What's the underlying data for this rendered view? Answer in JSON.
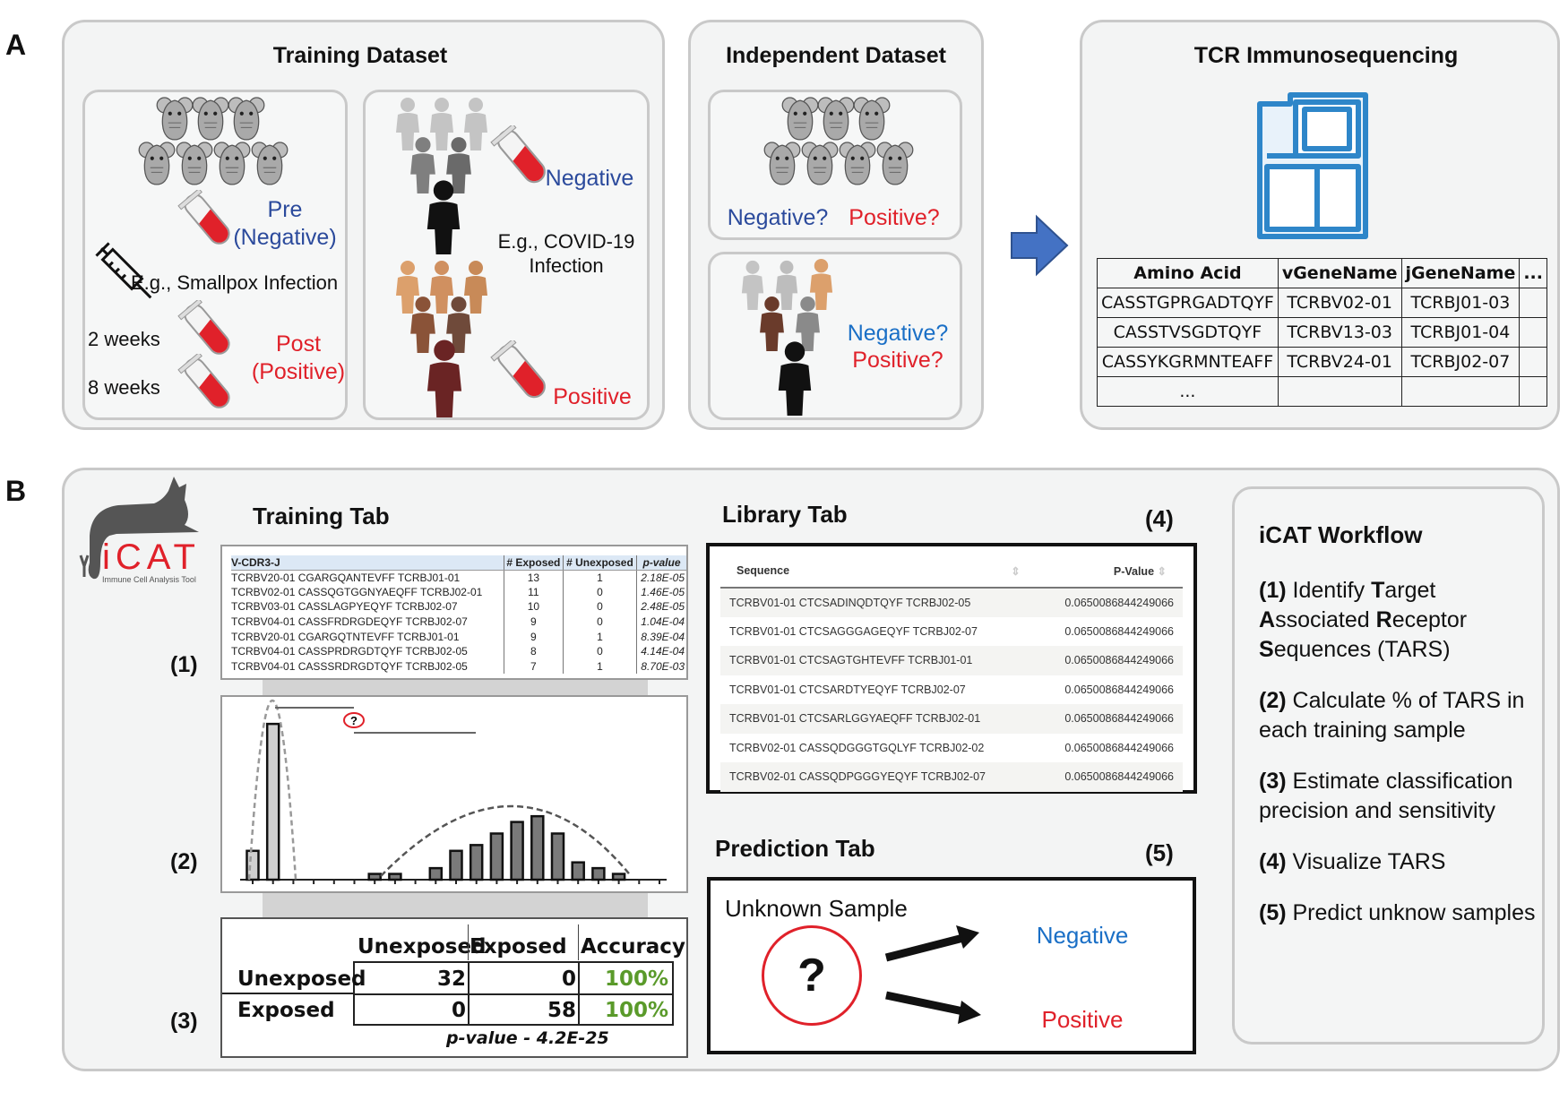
{
  "panel_labels": {
    "a": "A",
    "b": "B"
  },
  "training_dataset": {
    "title": "Training Dataset",
    "pre": "Pre",
    "pre_sub": "(Negative)",
    "infection": "E.g., Smallpox Infection",
    "week2": "2 weeks",
    "week8": "8 weeks",
    "post": "Post",
    "post_sub": "(Positive)",
    "negative": "Negative",
    "covid_line1": "E.g., COVID-19",
    "covid_line2": "Infection",
    "positive": "Positive"
  },
  "independent_dataset": {
    "title": "Independent Dataset",
    "mice_negative": "Negative?",
    "mice_positive": "Positive?",
    "human_negative": "Negative?",
    "human_positive": "Positive?"
  },
  "tcr": {
    "title": "TCR Immunosequencing",
    "headers": [
      "Amino Acid",
      "vGeneName",
      "jGeneName",
      "..."
    ],
    "rows": [
      [
        "CASSTGPRGADTQYF",
        "TCRBV02-01",
        "TCRBJ01-03",
        ""
      ],
      [
        "CASSTVSGDTQYF",
        "TCRBV13-03",
        "TCRBJ01-04",
        ""
      ],
      [
        "CASSYKGRMNTEAFF",
        "TCRBV24-01",
        "TCRBJ02-07",
        ""
      ],
      [
        "...",
        "",
        "",
        ""
      ]
    ]
  },
  "logo": {
    "name": "iCAT",
    "tagline": "Immune Cell Analysis Tool"
  },
  "training_tab": {
    "title": "Training Tab",
    "step1": "(1)",
    "step2": "(2)",
    "step3": "(3)",
    "table_headers": [
      "V-CDR3-J",
      "# Exposed",
      "# Unexposed",
      "p-value"
    ],
    "table_rows": [
      [
        "TCRBV20-01 CGARGQANTEVFF TCRBJ01-01",
        "13",
        "1",
        "2.18E-05"
      ],
      [
        "TCRBV02-01 CASSQGTGGNYAEQFF TCRBJ02-01",
        "11",
        "0",
        "1.46E-05"
      ],
      [
        "TCRBV03-01 CASSLAGPYEQYF  TCRBJ02-07",
        "10",
        "0",
        "2.48E-05"
      ],
      [
        "TCRBV04-01 CASSFRDRGDEQYF TCRBJ02-07",
        "9",
        "0",
        "1.04E-04"
      ],
      [
        "TCRBV20-01 CGARGQTNTEVFF TCRBJ01-01",
        "9",
        "1",
        "8.39E-04"
      ],
      [
        "TCRBV04-01 CASSPRDRGDTQYF TCRBJ02-05",
        "8",
        "0",
        "4.14E-04"
      ],
      [
        "TCRBV04-01 CASSSRDRGDTQYF TCRBJ02-05",
        "7",
        "1",
        "8.70E-03"
      ]
    ],
    "threshold_marker": "?",
    "confusion": {
      "col_headers": [
        "Unexposed",
        "Exposed",
        "Accuracy"
      ],
      "rows": [
        {
          "label": "Unexposed",
          "values": [
            "32",
            "0"
          ],
          "accuracy": "100%"
        },
        {
          "label": "Exposed",
          "values": [
            "0",
            "58"
          ],
          "accuracy": "100%"
        }
      ],
      "pvalue": "p-value - 4.2E-25"
    }
  },
  "chart_data": {
    "type": "bar",
    "title": "",
    "xlabel": "",
    "ylabel": "",
    "bins": 21,
    "series": [
      {
        "name": "Unexposed",
        "color": "#d0d0d0",
        "bins": [
          0,
          1
        ],
        "values": [
          5,
          27
        ]
      },
      {
        "name": "Exposed",
        "color": "#7a7a7a",
        "bins": [
          6,
          7,
          9,
          10,
          11,
          12,
          13,
          14,
          15,
          16,
          17,
          18
        ],
        "values": [
          1,
          1,
          2,
          5,
          6,
          8,
          10,
          11,
          8,
          3,
          2,
          1
        ]
      }
    ],
    "ylim": [
      0,
      29
    ]
  },
  "library_tab": {
    "title": "Library Tab",
    "step": "(4)",
    "headers": [
      "Sequence",
      "P-Value"
    ],
    "rows": [
      [
        "TCRBV01-01 CTCSADINQDTQYF TCRBJ02-05",
        "0.0650086844249066"
      ],
      [
        "TCRBV01-01 CTCSAGGGAGEQYF TCRBJ02-07",
        "0.0650086844249066"
      ],
      [
        "TCRBV01-01 CTCSAGTGHTEVFF TCRBJ01-01",
        "0.0650086844249066"
      ],
      [
        "TCRBV01-01 CTCSARDTYEQYF TCRBJ02-07",
        "0.0650086844249066"
      ],
      [
        "TCRBV01-01 CTCSARLGGYAEQFF TCRBJ02-01",
        "0.0650086844249066"
      ],
      [
        "TCRBV02-01 CASSQDGGGTGQLYF TCRBJ02-02",
        "0.0650086844249066"
      ],
      [
        "TCRBV02-01 CASSQDPGGGYEQYF TCRBJ02-07",
        "0.0650086844249066"
      ]
    ]
  },
  "prediction_tab": {
    "title": "Prediction Tab",
    "step": "(5)",
    "unknown": "Unknown Sample",
    "mark": "?",
    "negative": "Negative",
    "positive": "Positive"
  },
  "workflow": {
    "title": "iCAT Workflow",
    "items": [
      [
        {
          "t": "(1)",
          "b": true
        },
        {
          "t": " Identify "
        },
        {
          "t": "T",
          "b": true
        },
        {
          "t": "arget "
        },
        {
          "t": "A",
          "b": true
        },
        {
          "t": "ssociated "
        },
        {
          "t": "R",
          "b": true
        },
        {
          "t": "eceptor "
        },
        {
          "t": "S",
          "b": true
        },
        {
          "t": "equences (TARS)"
        }
      ],
      [
        {
          "t": "(2)",
          "b": true
        },
        {
          "t": " Calculate % of TARS in each training sample"
        }
      ],
      [
        {
          "t": "(3)",
          "b": true
        },
        {
          "t": " Estimate classification precision and sensitivity"
        }
      ],
      [
        {
          "t": "(4)",
          "b": true
        },
        {
          "t": " Visualize TARS"
        }
      ],
      [
        {
          "t": "(5)",
          "b": true
        },
        {
          "t": " Predict unknow samples"
        }
      ]
    ]
  },
  "colors": {
    "blue": "#2b4a9c",
    "light_blue": "#1a6fc6",
    "red": "#e0212a",
    "instrument": "#2e86c9",
    "arrow": "#4472c4",
    "green": "#5a9a2a"
  }
}
